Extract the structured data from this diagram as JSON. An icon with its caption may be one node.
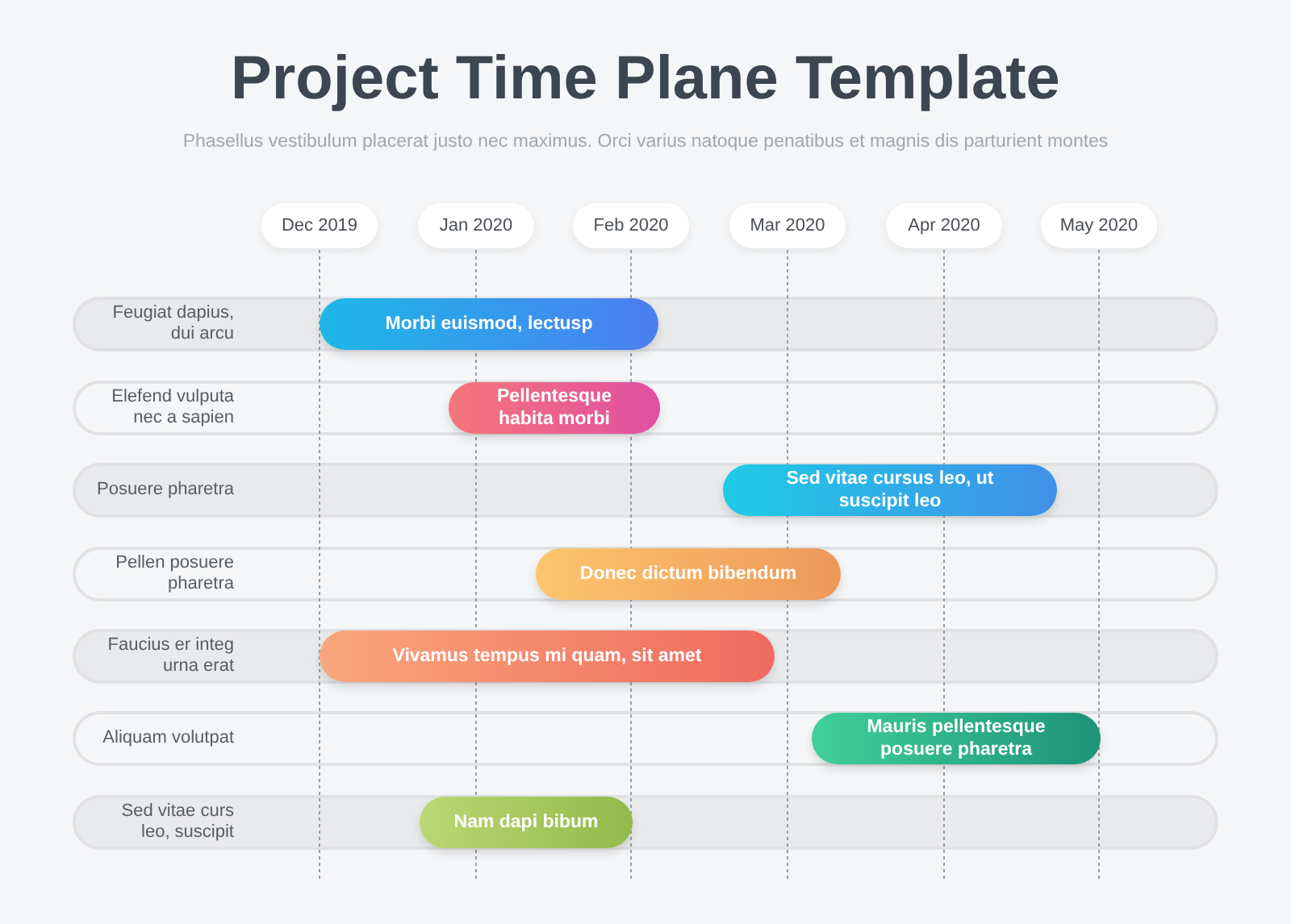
{
  "diagram": {
    "title": "Project Time Plane Template",
    "nodes": [
      {
        "text": [
          "Dec 2019"
        ]
      },
      {
        "text": [
          "Jan 2020"
        ]
      },
      {
        "text": [
          "Feb 2020"
        ]
      },
      {
        "text": [
          "Mar 2020"
        ]
      },
      {
        "text": [
          "Apr 2020"
        ]
      },
      {
        "text": [
          "May 2020"
        ]
      },
      {
        "text": [
          "Feugiat dapius, dui arcu"
        ]
      },
      {
        "text": [
          "Morbi euismod, lectusp"
        ],
        "in": 6
      },
      {
        "text": [
          "Elefend vulputa nec a sapien"
        ]
      },
      {
        "text": [
          "Pellentesque habita morbi"
        ],
        "in": 8
      },
      {
        "text": [
          "Posuere pharetra"
        ]
      },
      {
        "text": [
          "Sed vitae cursus leo, ut suscipit leo"
        ],
        "in": 10
      },
      {
        "text": [
          "Pellen posuere pharetra"
        ]
      },
      {
        "text": [
          "Donec dictum bibendum"
        ],
        "in": 12
      },
      {
        "text": [
          "Faucius er integ urna erat"
        ]
      },
      {
        "text": [
          "Vivamus tempus mi quam, sit amet"
        ],
        "in": 14
      },
      {
        "text": [
          "Aliquam volutpat"
        ]
      },
      {
        "text": [
          "Mauris pellentesque posuere pharetra"
        ],
        "in": 16
      },
      {
        "text": [
          "Sed vitae curs leo, suscipit"
        ]
      },
      {
        "text": [
          "Nam dapi bibum"
        ],
        "in": 18
      }
    ],
    "labels": [
      "Phasellus vestibulum placerat justo nec maximus. Orci varius natoque penatibus et magnis dis parturient montes"
    ]
  }
}
